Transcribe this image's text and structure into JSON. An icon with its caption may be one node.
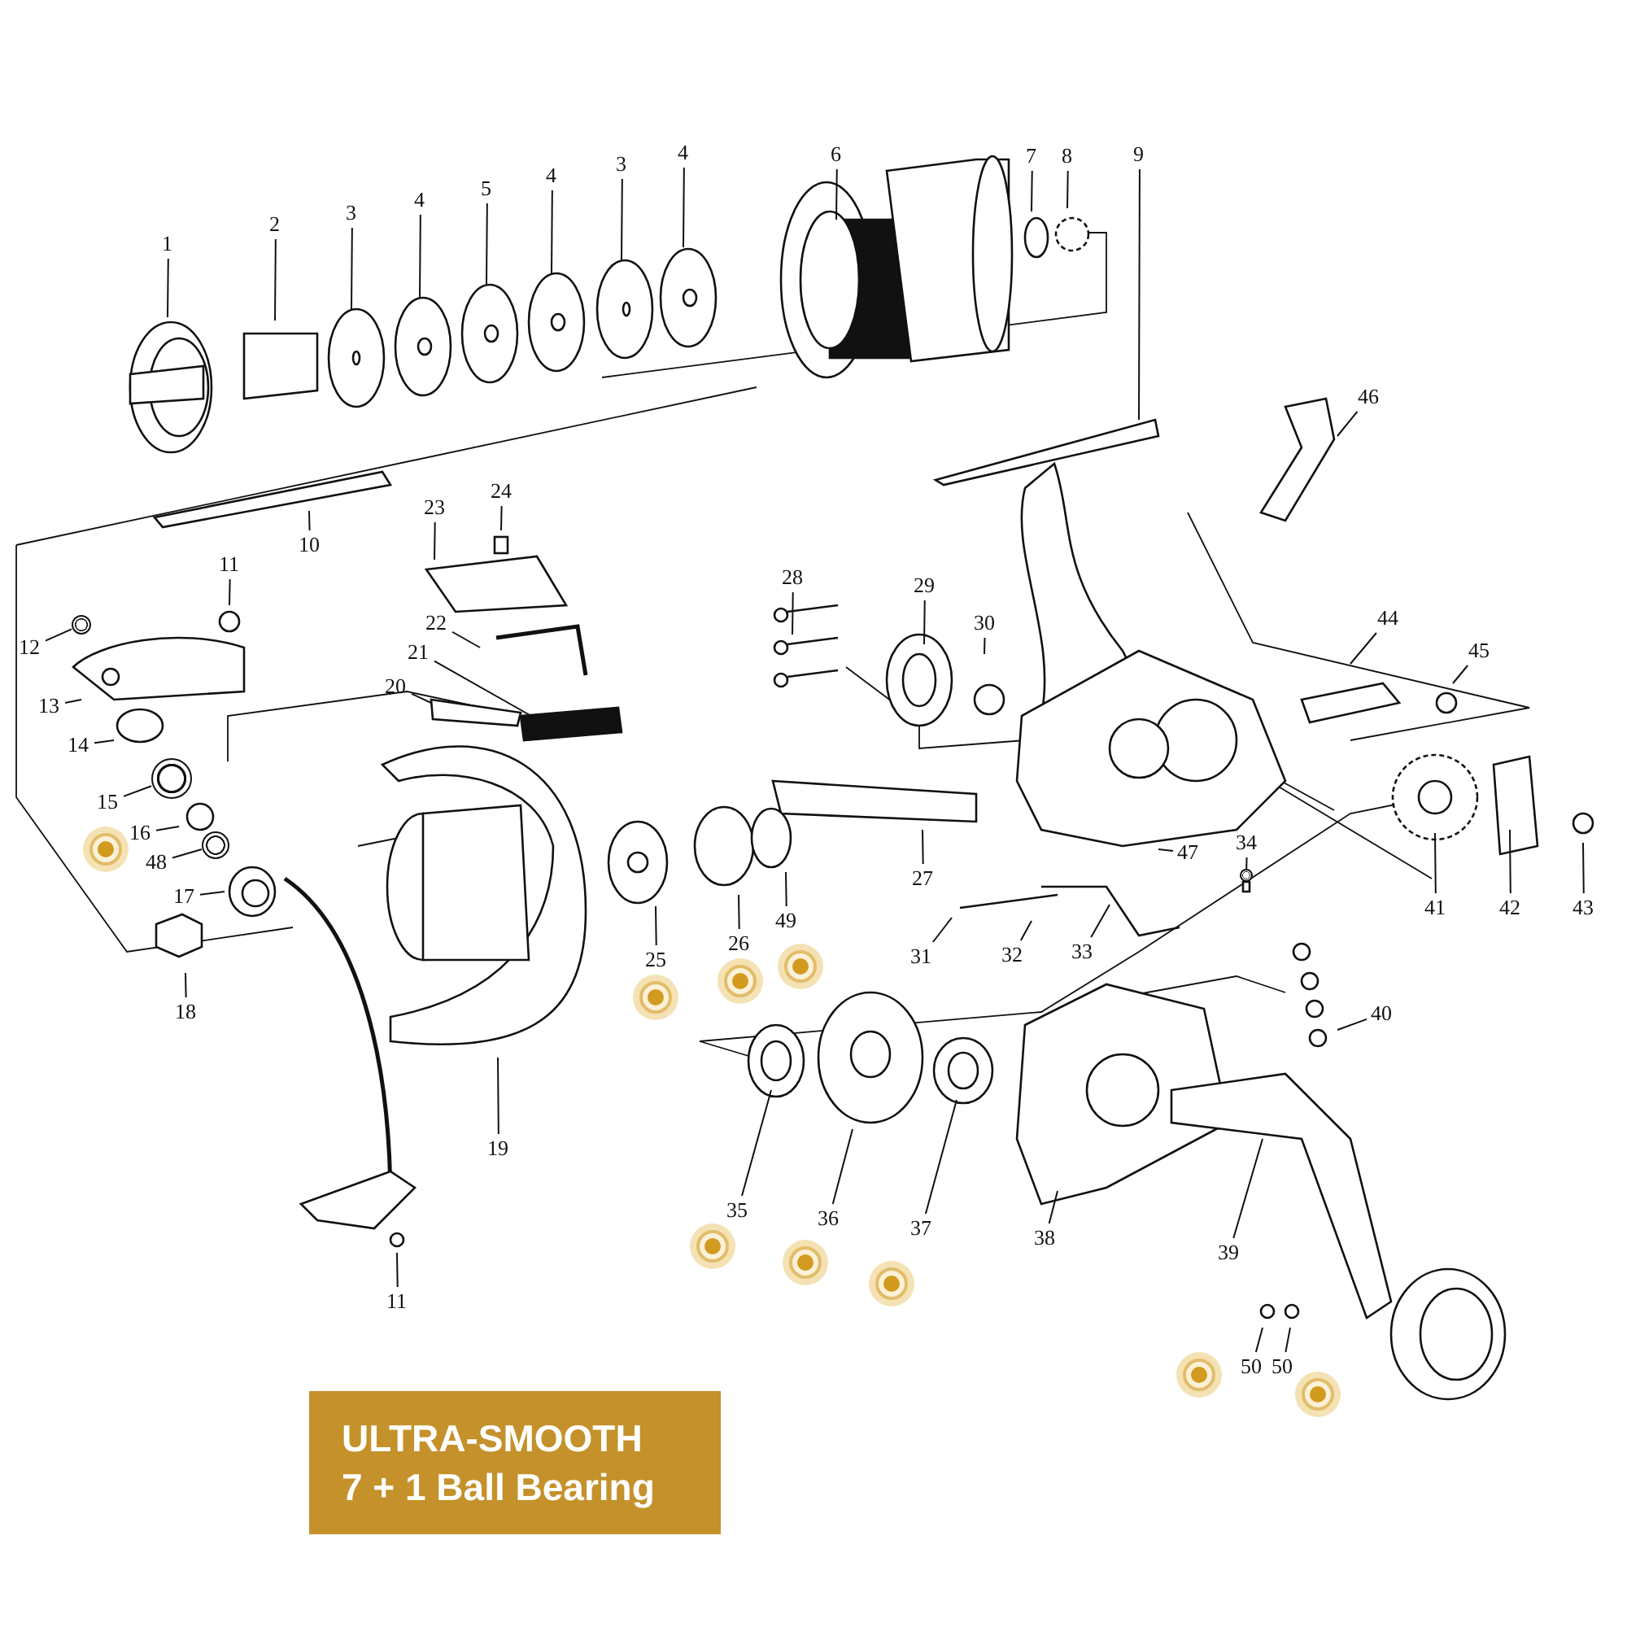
{
  "diagram": {
    "nodes": [
      {
        "text": [
          "1"
        ]
      },
      {
        "text": [
          "2"
        ]
      },
      {
        "text": [
          "3"
        ]
      },
      {
        "text": [
          "4"
        ]
      },
      {
        "text": [
          "5"
        ]
      },
      {
        "text": [
          "4"
        ]
      },
      {
        "text": [
          "3"
        ]
      },
      {
        "text": [
          "4"
        ]
      },
      {
        "text": [
          "6"
        ]
      },
      {
        "text": [
          "7"
        ]
      },
      {
        "text": [
          "8"
        ]
      },
      {
        "text": [
          "9"
        ]
      },
      {
        "text": [
          "46"
        ]
      },
      {
        "text": [
          "24"
        ]
      },
      {
        "text": [
          "10"
        ]
      },
      {
        "text": [
          "23"
        ]
      },
      {
        "text": [
          "11"
        ]
      },
      {
        "text": [
          "28"
        ]
      },
      {
        "text": [
          "29"
        ]
      },
      {
        "text": [
          "44"
        ]
      },
      {
        "text": [
          "22"
        ]
      },
      {
        "text": [
          "30"
        ]
      },
      {
        "text": [
          "12"
        ]
      },
      {
        "text": [
          "21"
        ]
      },
      {
        "text": [
          "45"
        ]
      },
      {
        "text": [
          "20"
        ]
      },
      {
        "text": [
          "13"
        ]
      },
      {
        "text": [
          "14"
        ]
      },
      {
        "text": [
          "15"
        ]
      },
      {
        "text": [
          "16"
        ]
      },
      {
        "text": [
          "34"
        ]
      },
      {
        "text": [
          "47"
        ]
      },
      {
        "text": [
          "48"
        ]
      },
      {
        "text": [
          "27"
        ]
      },
      {
        "text": [
          "17"
        ]
      },
      {
        "text": [
          "49"
        ]
      },
      {
        "text": [
          "41"
        ]
      },
      {
        "text": [
          "42"
        ]
      },
      {
        "text": [
          "43"
        ]
      },
      {
        "text": [
          "26"
        ]
      },
      {
        "text": [
          "33"
        ]
      },
      {
        "text": [
          "32"
        ]
      },
      {
        "text": [
          "31"
        ]
      },
      {
        "text": [
          "25"
        ]
      },
      {
        "text": [
          "18"
        ]
      },
      {
        "text": [
          "40"
        ]
      },
      {
        "text": [
          "19"
        ]
      },
      {
        "text": [
          "35"
        ]
      },
      {
        "text": [
          "36"
        ]
      },
      {
        "text": [
          "37"
        ]
      },
      {
        "text": [
          "38"
        ]
      },
      {
        "text": [
          "39"
        ]
      },
      {
        "text": [
          "11"
        ]
      },
      {
        "text": [
          "50"
        ]
      },
      {
        "text": [
          "50"
        ]
      },
      {
        "text": [
          "ULTRA-SMOOTH",
          "7 + 1 Ball Bearing"
        ]
      },
      {
        "text": [],
        "shape": "circle"
      },
      {
        "text": [],
        "shape": "circle"
      },
      {
        "text": [],
        "shape": "circle"
      },
      {
        "text": [],
        "shape": "circle"
      }
    ],
    "edges": [
      {
        "from": 0,
        "to": null,
        "arrow": "none"
      },
      {
        "from": 1,
        "to": null,
        "arrow": "none"
      },
      {
        "from": 2,
        "to": null,
        "arrow": "none"
      },
      {
        "from": 3,
        "to": null,
        "arrow": "none"
      },
      {
        "from": 4,
        "to": null,
        "arrow": "none"
      },
      {
        "from": 5,
        "to": null,
        "arrow": "none"
      },
      {
        "from": 6,
        "to": null,
        "arrow": "none"
      },
      {
        "from": 7,
        "to": null,
        "arrow": "none"
      },
      {
        "from": 8,
        "to": null,
        "arrow": "none"
      },
      {
        "from": 9,
        "to": null,
        "arrow": "none"
      },
      {
        "from": 10,
        "to": null,
        "arrow": "none"
      },
      {
        "from": 11,
        "to": null,
        "arrow": "none"
      },
      {
        "from": 12,
        "to": null,
        "arrow": "none"
      },
      {
        "from": 13,
        "to": null,
        "arrow": "none"
      },
      {
        "from": 14,
        "to": null,
        "arrow": "none"
      },
      {
        "from": 15,
        "to": null,
        "arrow": "none"
      },
      {
        "from": 16,
        "to": null,
        "arrow": "none"
      },
      {
        "from": 17,
        "to": null,
        "arrow": "none"
      },
      {
        "from": 18,
        "to": null,
        "arrow": "none"
      },
      {
        "from": 19,
        "to": null,
        "arrow": "none"
      },
      {
        "from": 20,
        "to": null,
        "arrow": "none"
      },
      {
        "from": 21,
        "to": null,
        "arrow": "none"
      },
      {
        "from": 22,
        "to": 59,
        "arrow": "none"
      },
      {
        "from": 23,
        "to": null,
        "arrow": "none"
      },
      {
        "from": 24,
        "to": null,
        "arrow": "none"
      },
      {
        "from": 25,
        "to": null,
        "arrow": "none"
      },
      {
        "from": 26,
        "to": null,
        "arrow": "none"
      },
      {
        "from": 27,
        "to": null,
        "arrow": "none"
      },
      {
        "from": 28,
        "to": 56,
        "arrow": "none"
      },
      {
        "from": 29,
        "to": null,
        "arrow": "none"
      },
      {
        "from": 30,
        "to": 58,
        "arrow": "none"
      },
      {
        "from": 31,
        "to": null,
        "arrow": "none"
      },
      {
        "from": 32,
        "to": 57,
        "arrow": "none"
      },
      {
        "from": 33,
        "to": null,
        "arrow": "none"
      },
      {
        "from": 34,
        "to": null,
        "arrow": "none"
      },
      {
        "from": 35,
        "to": null,
        "arrow": "none"
      },
      {
        "from": 36,
        "to": null,
        "arrow": "none"
      },
      {
        "from": 37,
        "to": null,
        "arrow": "none"
      },
      {
        "from": 38,
        "to": null,
        "arrow": "none"
      },
      {
        "from": 39,
        "to": null,
        "arrow": "none"
      },
      {
        "from": 40,
        "to": null,
        "arrow": "none"
      },
      {
        "from": 41,
        "to": null,
        "arrow": "none"
      },
      {
        "from": 42,
        "to": null,
        "arrow": "none"
      },
      {
        "from": 43,
        "to": null,
        "arrow": "none"
      },
      {
        "from": 44,
        "to": null,
        "arrow": "none"
      },
      {
        "from": 45,
        "to": null,
        "arrow": "none"
      },
      {
        "from": 46,
        "to": null,
        "arrow": "none"
      },
      {
        "from": 47,
        "to": null,
        "arrow": "none"
      },
      {
        "from": 48,
        "to": null,
        "arrow": "none"
      },
      {
        "from": 49,
        "to": null,
        "arrow": "none"
      },
      {
        "from": 50,
        "to": null,
        "arrow": "none"
      },
      {
        "from": 51,
        "to": null,
        "arrow": "none"
      },
      {
        "from": 52,
        "to": null,
        "arrow": "none"
      },
      {
        "from": 53,
        "to": null,
        "arrow": "none"
      },
      {
        "from": 54,
        "to": null,
        "arrow": "none"
      }
    ]
  }
}
